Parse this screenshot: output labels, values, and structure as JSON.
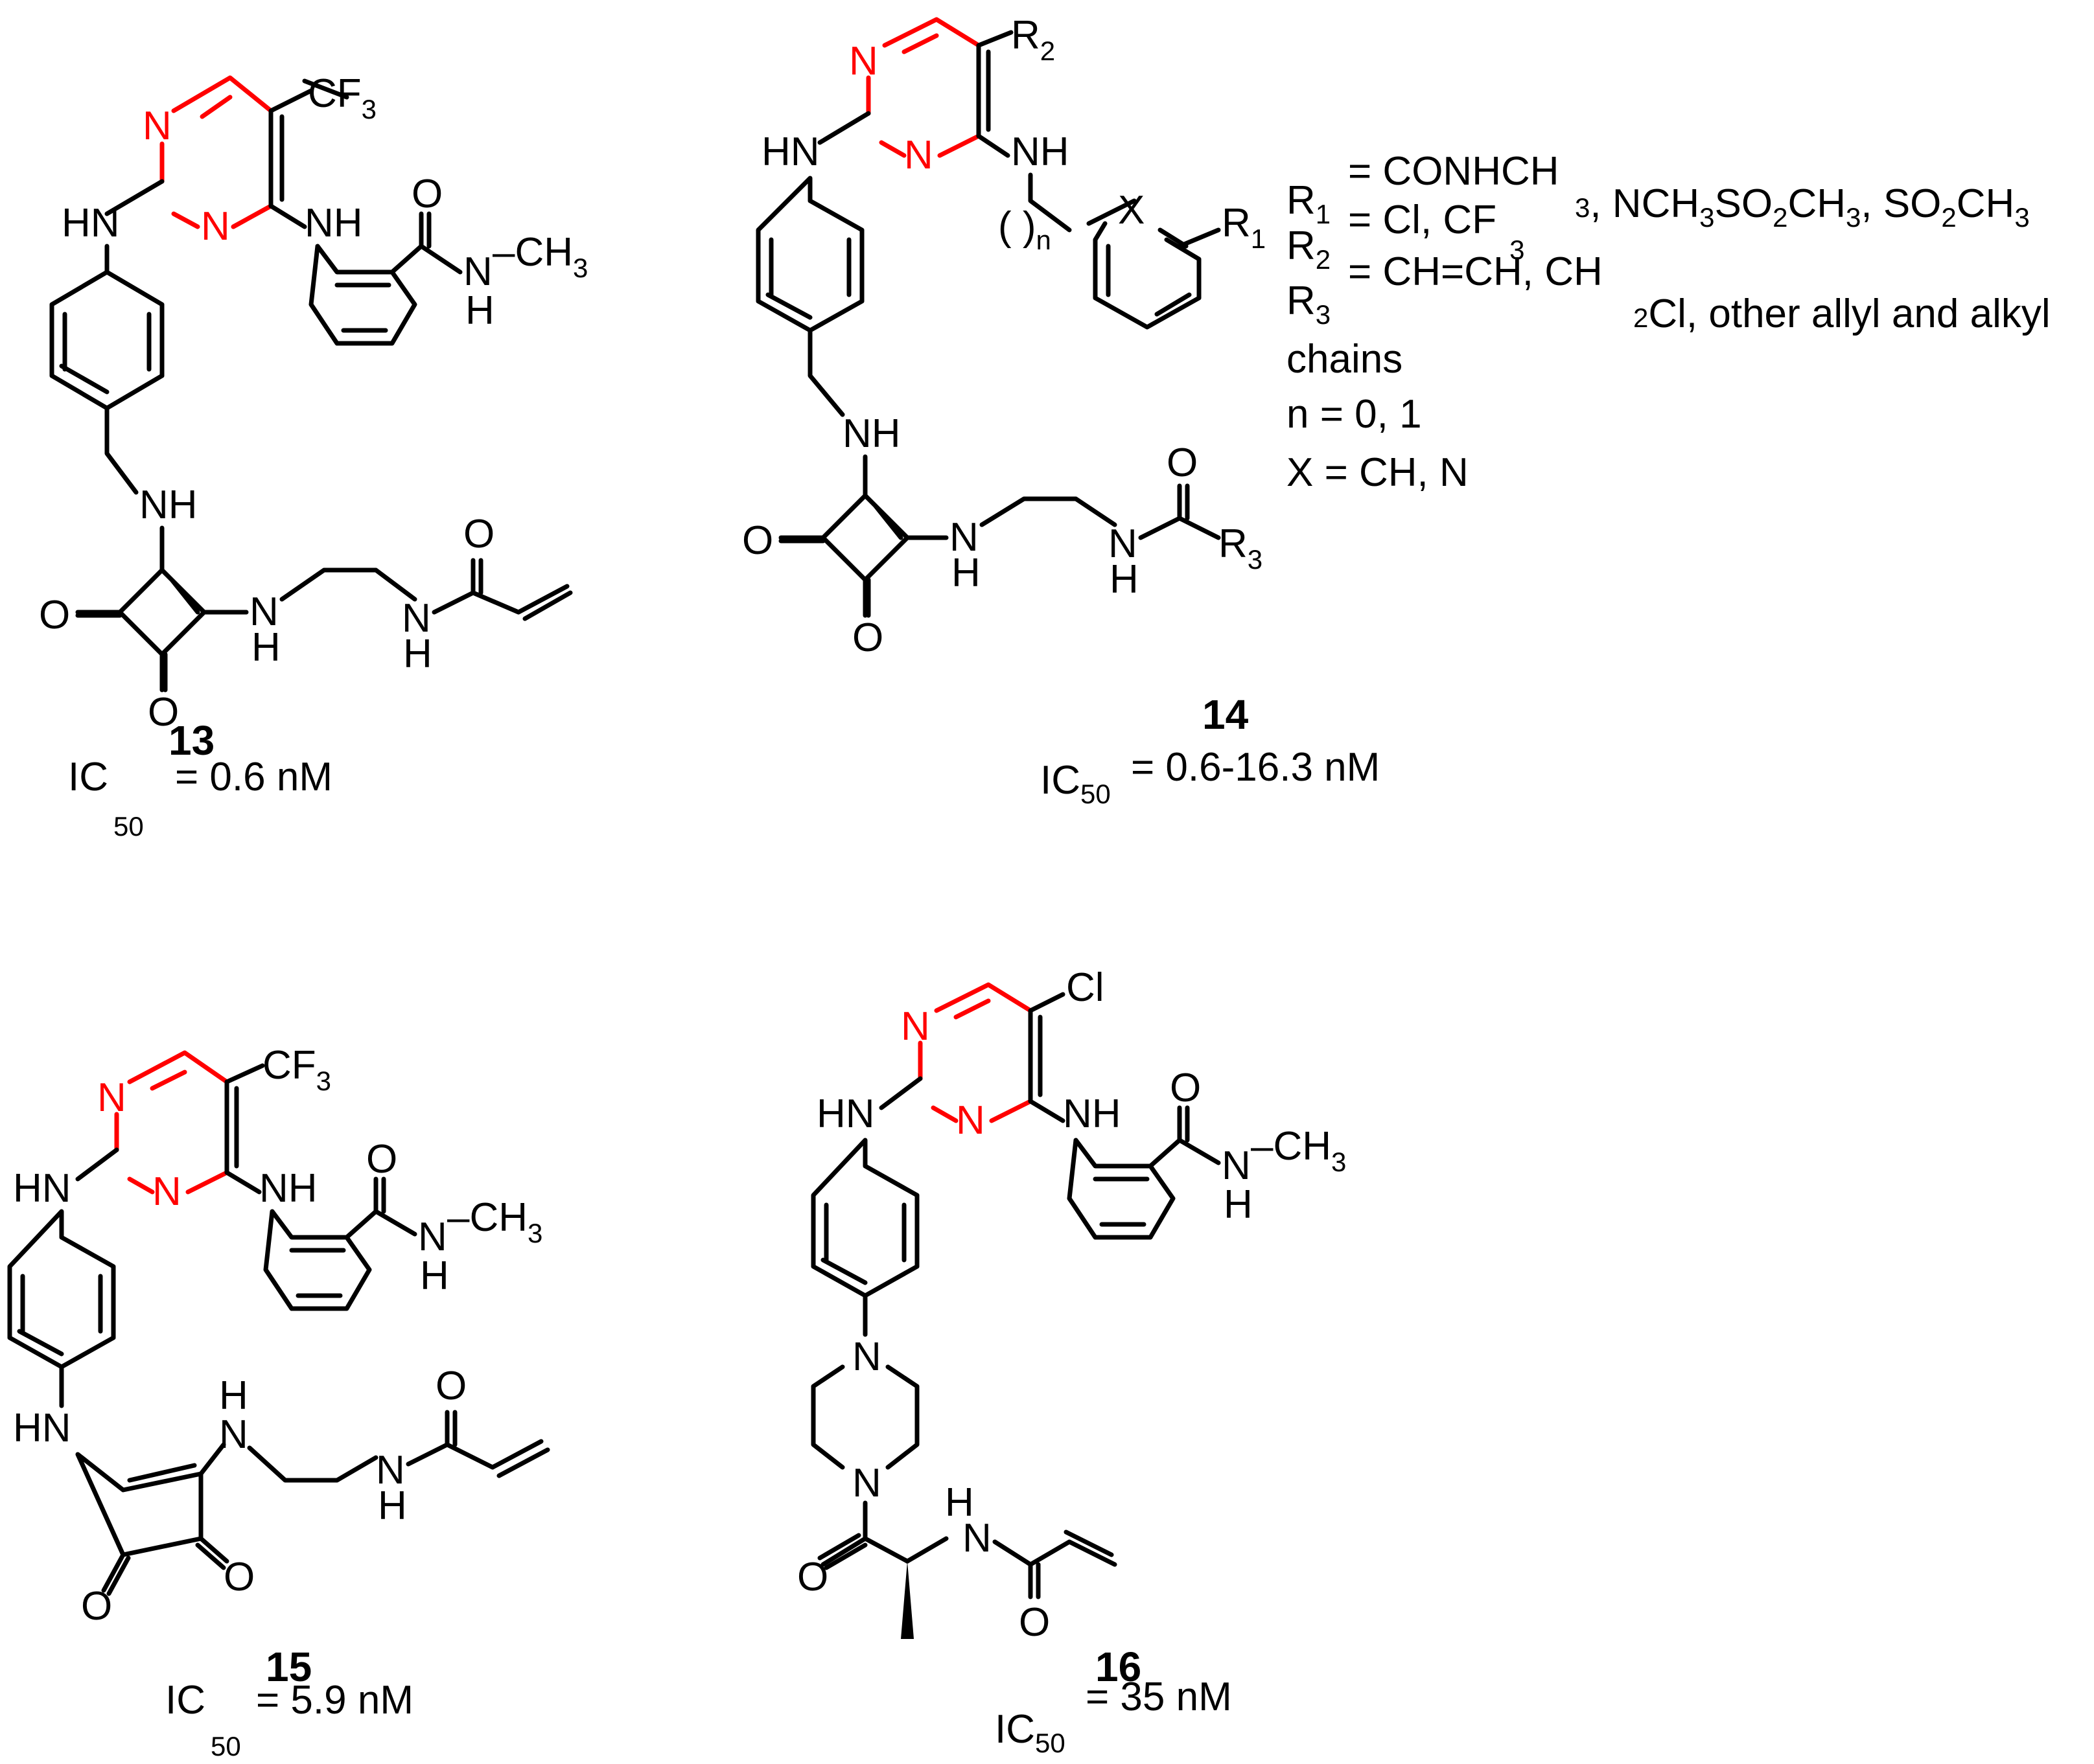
{
  "colors": {
    "accent": "#ff0000",
    "ink": "#000000"
  },
  "compound_13": {
    "cf3": "CF",
    "cf3_sub": "3",
    "n_top": "N",
    "n_mid": "N",
    "hn_left": "HN",
    "nh_right": "NH",
    "o_amide": "O",
    "n_amide": "N",
    "h_amide": "H",
    "ch3": "–CH",
    "ch3_sub": "3",
    "nh_linker": "NH",
    "o1": "O",
    "o2": "O",
    "n_chain": "N",
    "h_chain": "H",
    "n_chain2": "N",
    "h_chain2": "H",
    "o_acryl": "O",
    "number": "13",
    "ic_text": "IC",
    "ic_sub": "50",
    "ic_value": "= 0.6 nM"
  },
  "compound_14": {
    "r2": "R",
    "r2_sub": "2",
    "n_top": "N",
    "n_mid": "N",
    "hn_left": "HN",
    "nh_right": "NH",
    "paren": "(  )",
    "n_sub": "n",
    "x": "X",
    "r1": "R",
    "r1_sub": "1",
    "nh_linker": "NH",
    "o1": "O",
    "o2": "O",
    "n_chain": "N",
    "h_chain": "H",
    "n_chain2": "N",
    "h_chain2": "H",
    "o_acyl": "O",
    "r3": "R",
    "r3_sub": "3",
    "number": "14",
    "ic_text": "IC",
    "ic_sub": "50",
    "ic_value": "= 0.6-16.3  nM",
    "legend": {
      "r1_label": "R",
      "r1_sub": "1",
      "r1_text": "= CONHCH",
      "r1_more_sub": "3",
      "r1_more": ", NCH",
      "r1_more_sub2": "3",
      "r1_more2": "SO",
      "r1_more_sub3": "2",
      "r1_more3": "CH",
      "r1_more_sub4": "3",
      "r1_more4": ", SO",
      "r1_more_sub5": "2",
      "r1_more5": "CH",
      "r1_more_sub6": "3",
      "r2_label": "R",
      "r2_sub": "2",
      "r2_text": "= Cl, CF",
      "r2_text_sub": "3",
      "r3_label": "R",
      "r3_sub": "3",
      "r3_text": "=  CH=CH, CH",
      "r3_text_sub": "2",
      "r3_more": "Cl, other allyl and alkyl",
      "chains": "chains",
      "n_line": "n = 0, 1",
      "x_line": "X = CH, N"
    }
  },
  "compound_15": {
    "cf3": "CF",
    "cf3_sub": "3",
    "n_top": "N",
    "n_mid": "N",
    "hn_left": "HN",
    "nh_right": "NH",
    "o_amide": "O",
    "n_amide": "N",
    "h_amide": "H",
    "ch3": "–CH",
    "ch3_sub": "3",
    "hn_linker": "HN",
    "h_sq": "H",
    "n_sq": "N",
    "o1": "O",
    "o2": "O",
    "n_chain2": "N",
    "h_chain2": "H",
    "o_acryl": "O",
    "number": "15",
    "ic_text": "IC",
    "ic_sub": "50",
    "ic_value": "= 5.9 nM"
  },
  "compound_16": {
    "cl": "Cl",
    "n_top": "N",
    "n_mid": "N",
    "hn_left": "HN",
    "nh_right": "NH",
    "o_amide": "O",
    "n_amide": "N",
    "h_amide": "H",
    "ch3": "–CH",
    "ch3_sub": "3",
    "n_pip1": "N",
    "n_pip2": "N",
    "o_carbonyl": "O",
    "h_ala": "H",
    "n_ala": "N",
    "o_acryl": "O",
    "number": "16",
    "ic_text": "IC",
    "ic_sub": "50",
    "ic_value": "= 35 nM"
  }
}
